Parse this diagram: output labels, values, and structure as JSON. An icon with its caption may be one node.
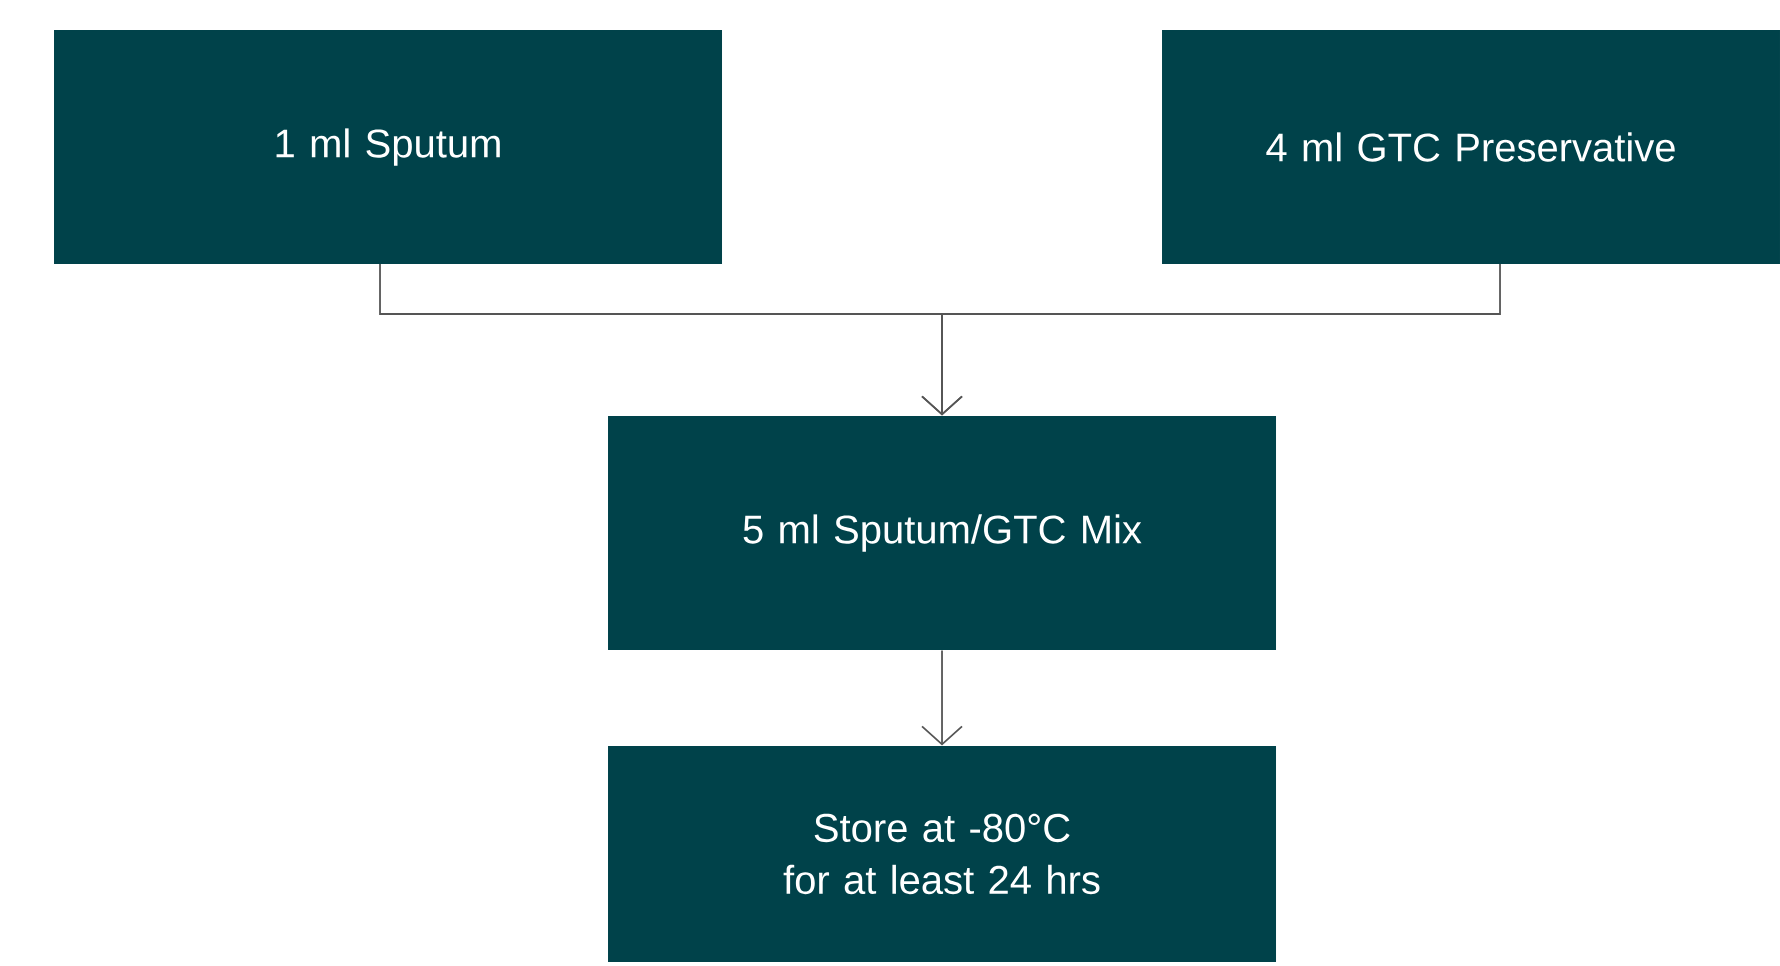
{
  "diagram": {
    "nodes": [
      {
        "text": [
          "1 ml Sputum"
        ]
      },
      {
        "text": [
          "4 ml GTC Preservative"
        ]
      },
      {
        "text": [
          "5 ml Sputum/GTC Mix"
        ]
      },
      {
        "text": [
          "Store at -80°C for at least 24 hrs"
        ]
      }
    ],
    "edges": [
      {
        "from": 0,
        "to": 2,
        "arrow": "to"
      },
      {
        "from": 1,
        "to": 2,
        "arrow": "to"
      },
      {
        "from": 2,
        "to": 3,
        "arrow": "to"
      }
    ]
  }
}
